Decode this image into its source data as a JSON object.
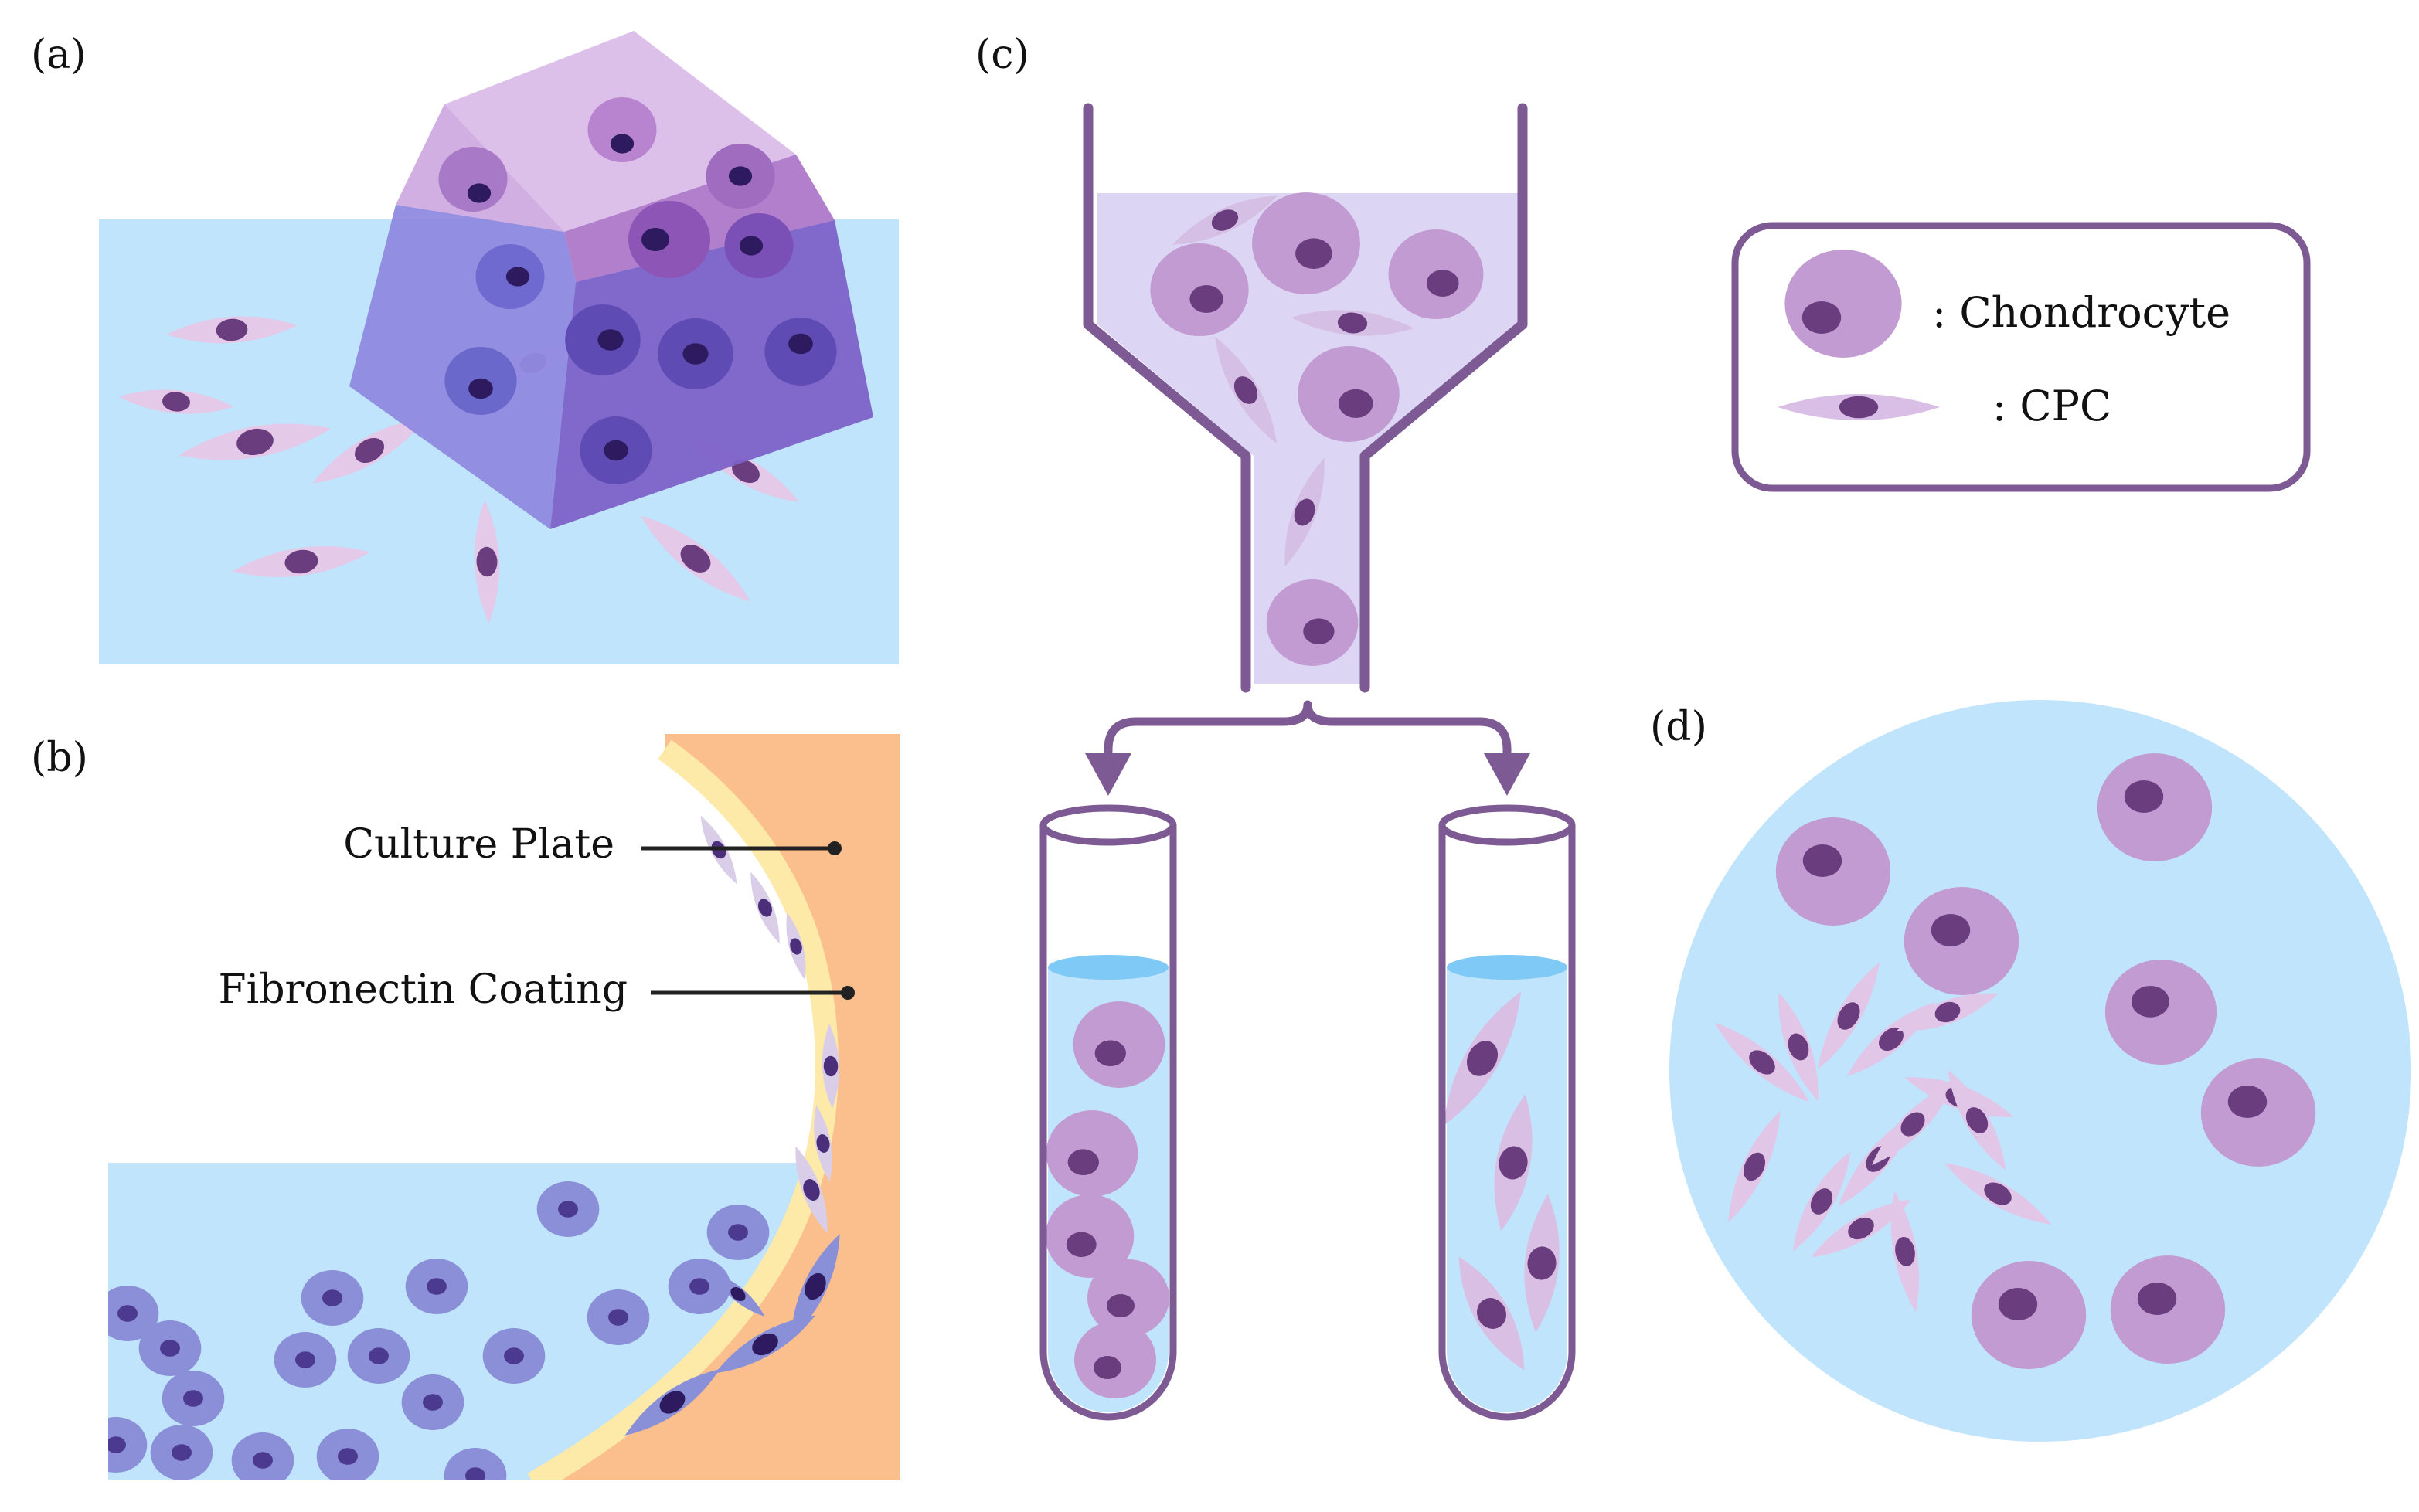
{
  "panels": {
    "a": {
      "label": "(a)"
    },
    "b": {
      "label": "(b)",
      "callouts": {
        "culture_plate": "Culture Plate",
        "fibronectin": "Fibronectin Coating"
      }
    },
    "c": {
      "label": "(c)"
    },
    "d": {
      "label": "(d)"
    }
  },
  "legend": {
    "chondrocyte": ": Chondrocyte",
    "cpc": ": CPC"
  },
  "colors": {
    "medium_blue": "#bfe4fb",
    "chondrocyte_fill": "#c39bd3",
    "nucleus": "#6a3d7f",
    "cpc_fill": "#e4c9e9",
    "outline_purple": "#7d5a93",
    "plate_orange": "#fbbf8e",
    "coating_yellow": "#fde9a8",
    "block_top": "#d8b8e6",
    "block_front": "#8a7bd9",
    "block_side": "#7a5fc8"
  }
}
